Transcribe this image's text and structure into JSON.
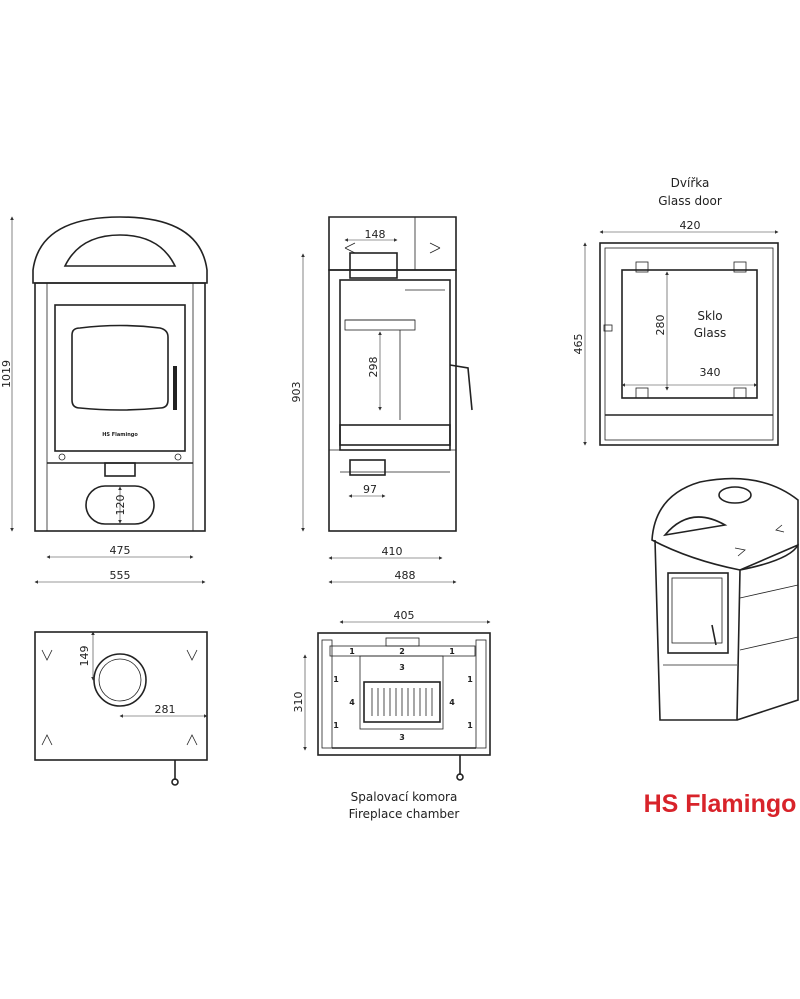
{
  "brand": {
    "logo_text": "HS Flamingo",
    "logo_color": "#d8232a",
    "door_badge": "HS Flamingo"
  },
  "front_view": {
    "height": "1019",
    "inner_width": "475",
    "width": "555",
    "ash_opening": "120"
  },
  "side_view": {
    "height": "903",
    "flue_width": "148",
    "chamber_height": "298",
    "ash_width": "97",
    "inner_depth": "410",
    "depth": "488"
  },
  "glass_door": {
    "title_cz": "Dvířka",
    "title_en": "Glass door",
    "width": "420",
    "height": "465",
    "glass_height": "280",
    "glass_width": "340",
    "glass_label_cz": "Sklo",
    "glass_label_en": "Glass"
  },
  "top_view": {
    "flue_offset_y": "149",
    "flue_offset_x": "281"
  },
  "chamber": {
    "width": "405",
    "depth": "310",
    "title_cz": "Spalovací komora",
    "title_en": "Fireplace chamber",
    "parts": [
      "1",
      "2",
      "1",
      "3",
      "1",
      "4",
      "1",
      "4",
      "1",
      "1",
      "3"
    ]
  }
}
